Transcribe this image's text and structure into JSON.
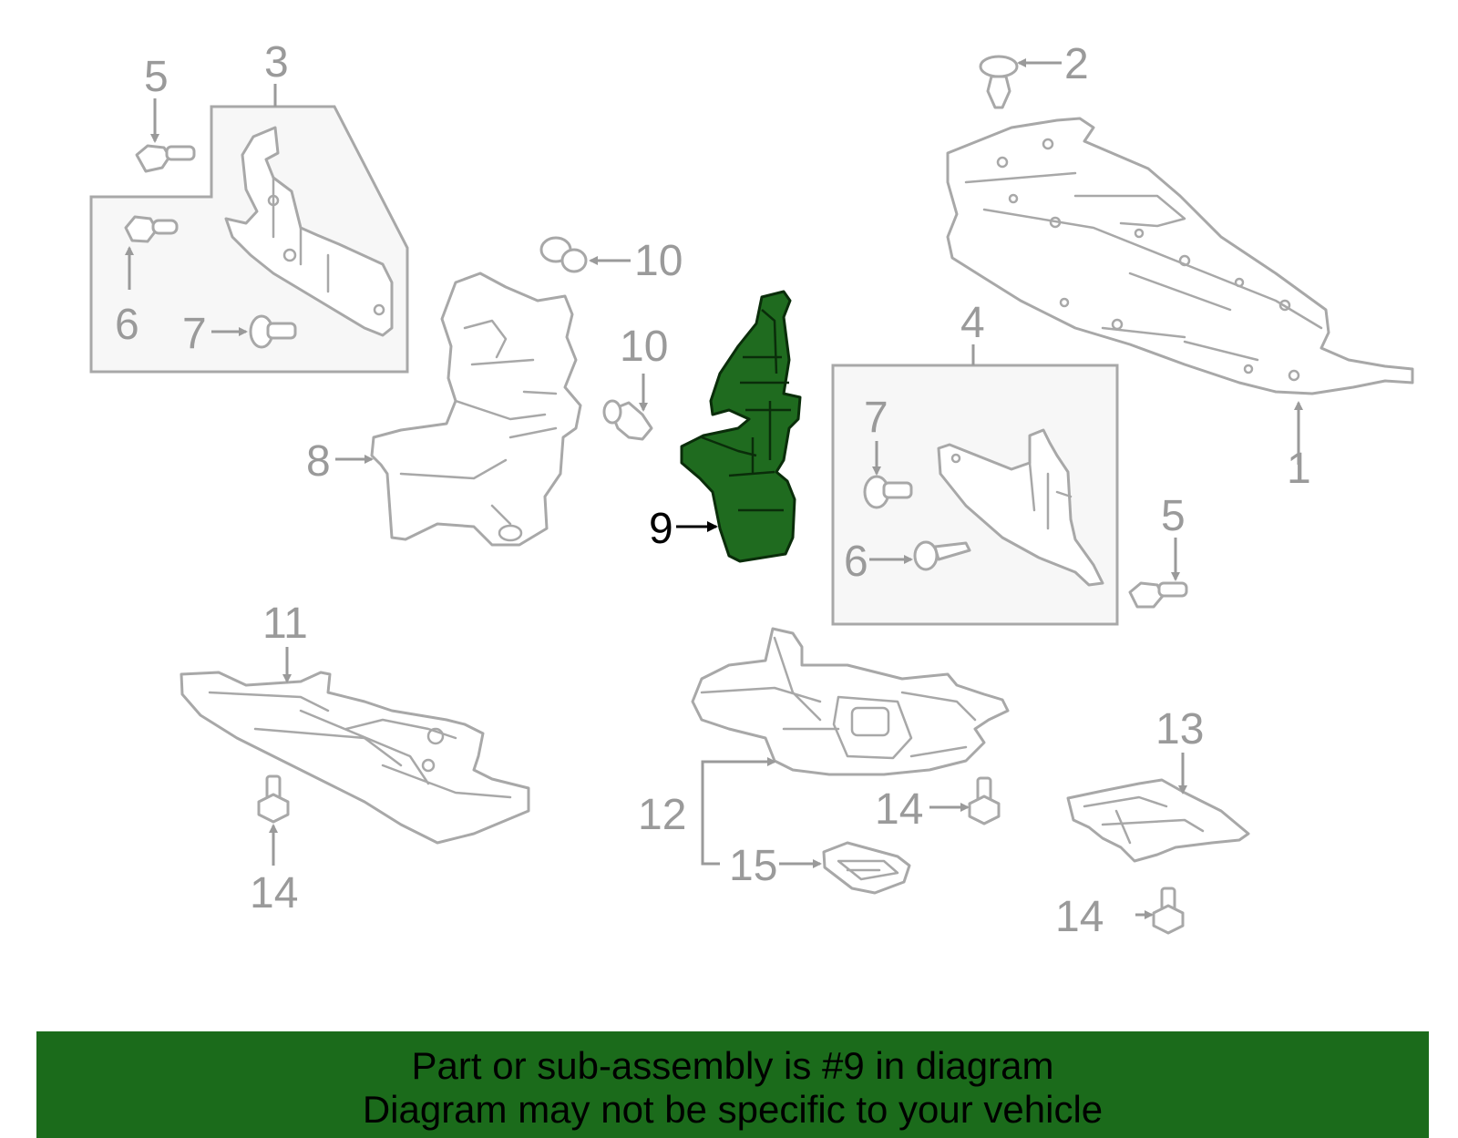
{
  "diagram": {
    "highlighted_part": "9",
    "colors": {
      "highlight": "#1f6b1f",
      "banner": "#1b6b1b",
      "line": "#a8a8a8",
      "label": "#9a9a9a"
    },
    "callouts": [
      "1",
      "2",
      "3",
      "4",
      "5",
      "5",
      "6",
      "6",
      "7",
      "7",
      "8",
      "9",
      "10",
      "10",
      "11",
      "12",
      "13",
      "14",
      "14",
      "14",
      "15"
    ]
  },
  "banner": {
    "line1": "Part or sub-assembly is #9 in diagram",
    "line2": "Diagram may not be specific to your vehicle"
  }
}
